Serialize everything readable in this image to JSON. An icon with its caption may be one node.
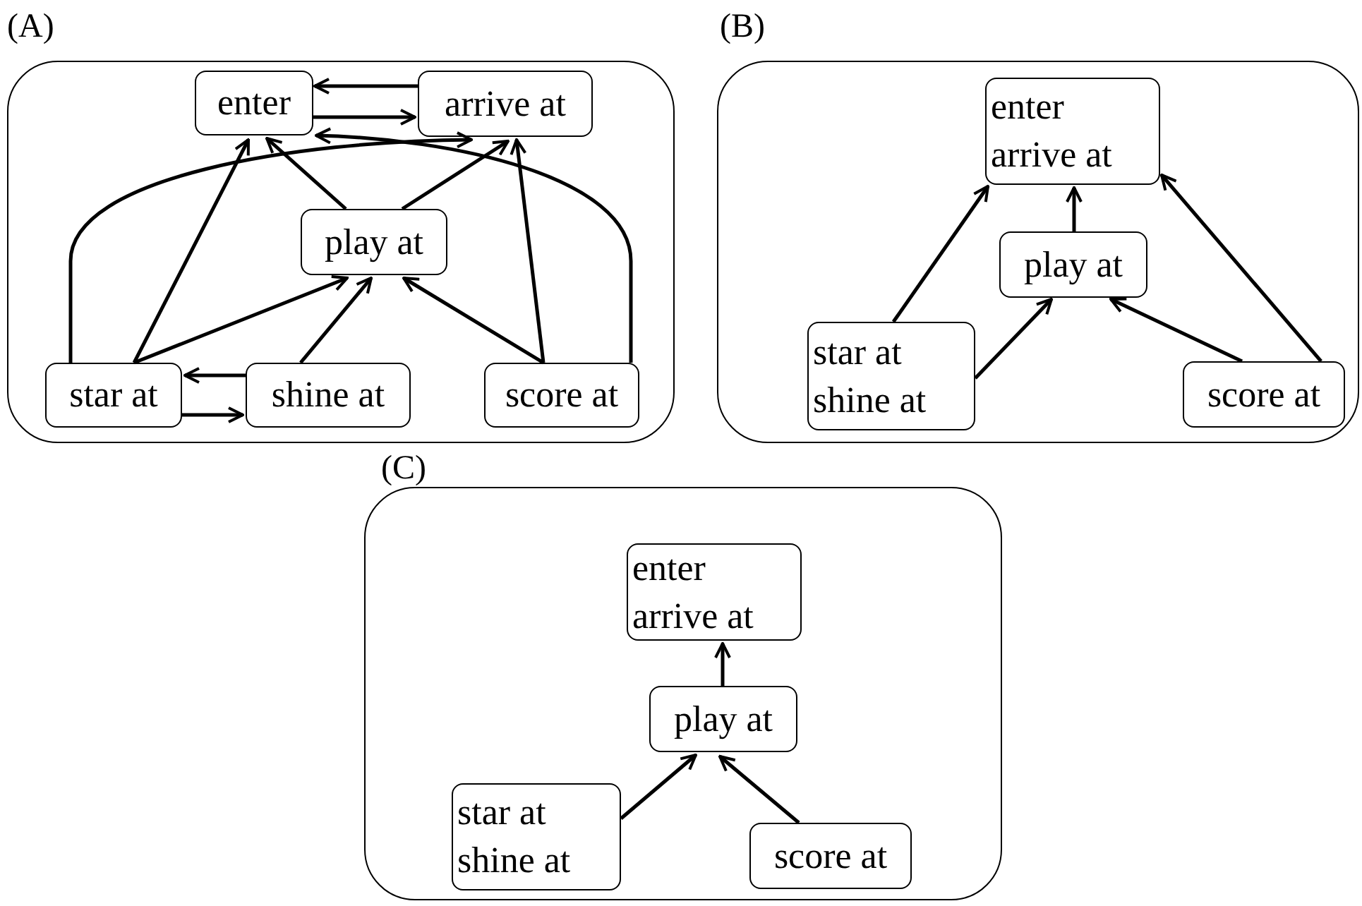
{
  "diagram": {
    "nodes": [
      {
        "text": [
          "(A)"
        ]
      },
      {
        "text": [
          "enter"
        ],
        "in": 0
      },
      {
        "text": [
          "arrive at"
        ],
        "in": 0
      },
      {
        "text": [
          "play at"
        ],
        "in": 0
      },
      {
        "text": [
          "star at"
        ],
        "in": 0
      },
      {
        "text": [
          "shine at"
        ],
        "in": 0
      },
      {
        "text": [
          "score at"
        ],
        "in": 0
      },
      {
        "text": [
          "(B)"
        ]
      },
      {
        "text": [
          "enter",
          "arrive at"
        ],
        "in": 7
      },
      {
        "text": [
          "play at"
        ],
        "in": 7
      },
      {
        "text": [
          "star at",
          "shine at"
        ],
        "in": 7
      },
      {
        "text": [
          "score at"
        ],
        "in": 7
      },
      {
        "text": [
          "(C)"
        ]
      },
      {
        "text": [
          "enter",
          "arrive at"
        ],
        "in": 12
      },
      {
        "text": [
          "play at"
        ],
        "in": 12
      },
      {
        "text": [
          "star at",
          "shine at"
        ],
        "in": 12
      },
      {
        "text": [
          "score at"
        ],
        "in": 12
      }
    ],
    "edges": [
      {
        "from": 2,
        "to": 1,
        "arrow": "to"
      },
      {
        "from": 1,
        "to": 2,
        "arrow": "to"
      },
      {
        "from": 4,
        "to": 2,
        "arrow": "to"
      },
      {
        "from": 6,
        "to": 1,
        "arrow": "to"
      },
      {
        "from": 4,
        "to": 1,
        "arrow": "to"
      },
      {
        "from": 4,
        "to": 3,
        "arrow": "to"
      },
      {
        "from": 3,
        "to": 1,
        "arrow": "to"
      },
      {
        "from": 3,
        "to": 2,
        "arrow": "to"
      },
      {
        "from": 5,
        "to": 3,
        "arrow": "to"
      },
      {
        "from": 6,
        "to": 3,
        "arrow": "to"
      },
      {
        "from": 6,
        "to": 2,
        "arrow": "to"
      },
      {
        "from": 5,
        "to": 4,
        "arrow": "to"
      },
      {
        "from": 4,
        "to": 5,
        "arrow": "to"
      },
      {
        "from": 10,
        "to": 8,
        "arrow": "to"
      },
      {
        "from": 9,
        "to": 8,
        "arrow": "to"
      },
      {
        "from": 10,
        "to": 9,
        "arrow": "to"
      },
      {
        "from": 11,
        "to": 9,
        "arrow": "to"
      },
      {
        "from": 11,
        "to": 8,
        "arrow": "to"
      },
      {
        "from": 14,
        "to": 13,
        "arrow": "to"
      },
      {
        "from": 15,
        "to": 14,
        "arrow": "to"
      },
      {
        "from": 16,
        "to": 14,
        "arrow": "to"
      }
    ]
  }
}
